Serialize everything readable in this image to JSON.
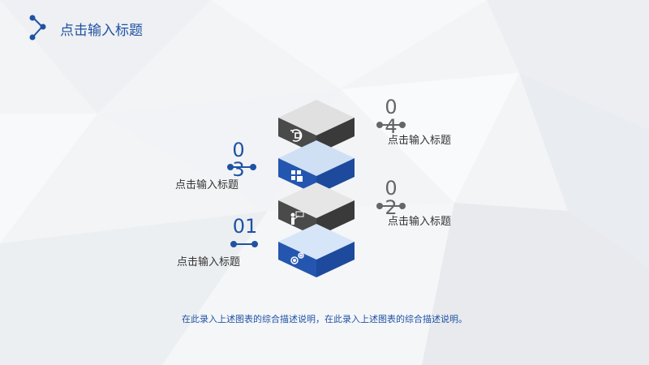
{
  "header": {
    "title": "点击输入标题",
    "icon": "share-icon"
  },
  "items": [
    {
      "number": "01",
      "label": "点击输入标题",
      "icon": "gears-icon",
      "color": "#1f52a3"
    },
    {
      "number": "02",
      "label": "点击输入标题",
      "icon": "presenter-icon",
      "color": "#666666"
    },
    {
      "number": "03",
      "label": "点击输入标题",
      "icon": "puzzle-icon",
      "color": "#1f52a3"
    },
    {
      "number": "04",
      "label": "点击输入标题",
      "icon": "refresh-icon",
      "color": "#666666"
    }
  ],
  "description": "在此录入上述图表的综合描述说明，在此录入上述图表的综合描述说明。",
  "colors": {
    "accent": "#1f52a3",
    "dark": "#444444",
    "light_blue": "#cfe0f5"
  }
}
